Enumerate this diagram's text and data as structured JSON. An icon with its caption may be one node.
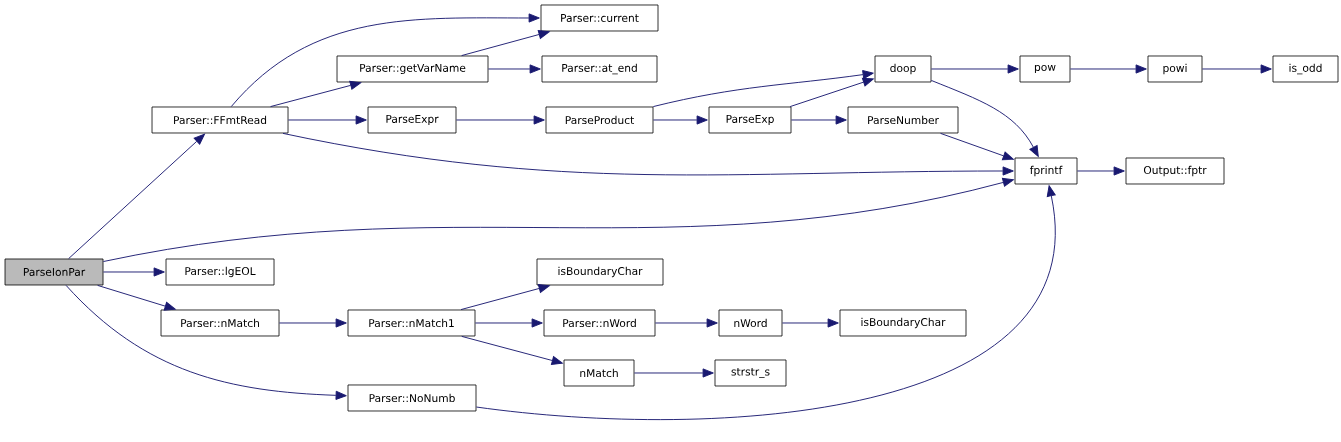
{
  "diagram": {
    "nodes": [
      {
        "text": [
          "ParseIonPar"
        ]
      },
      {
        "text": [
          "Parser::FFmtRead"
        ]
      },
      {
        "text": [
          "Parser::lgEOL"
        ]
      },
      {
        "text": [
          "Parser::nMatch"
        ]
      },
      {
        "text": [
          "Parser::NoNumb"
        ]
      },
      {
        "text": [
          "Parser::current"
        ]
      },
      {
        "text": [
          "Parser::getVarName"
        ]
      },
      {
        "text": [
          "Parser::at_end"
        ]
      },
      {
        "text": [
          "ParseExpr"
        ]
      },
      {
        "text": [
          "ParseProduct"
        ]
      },
      {
        "text": [
          "doop"
        ]
      },
      {
        "text": [
          "ParseExp"
        ]
      },
      {
        "text": [
          "ParseNumber"
        ]
      },
      {
        "text": [
          "fprintf"
        ]
      },
      {
        "text": [
          "Output::fptr"
        ]
      },
      {
        "text": [
          "pow"
        ]
      },
      {
        "text": [
          "powi"
        ]
      },
      {
        "text": [
          "is_odd"
        ]
      },
      {
        "text": [
          "Parser::nMatch1"
        ]
      },
      {
        "text": [
          "isBoundaryChar"
        ]
      },
      {
        "text": [
          "Parser::nWord"
        ]
      },
      {
        "text": [
          "nWord"
        ]
      },
      {
        "text": [
          "isBoundaryChar"
        ]
      },
      {
        "text": [
          "nMatch"
        ]
      },
      {
        "text": [
          "strstr_s"
        ]
      }
    ],
    "edges": [
      {
        "from": 0,
        "to": 1,
        "arrow": "to"
      },
      {
        "from": 0,
        "to": 13,
        "arrow": "to"
      },
      {
        "from": 0,
        "to": 2,
        "arrow": "to"
      },
      {
        "from": 0,
        "to": 3,
        "arrow": "to"
      },
      {
        "from": 0,
        "to": 4,
        "arrow": "to"
      },
      {
        "from": 1,
        "to": 5,
        "arrow": "to"
      },
      {
        "from": 1,
        "to": 6,
        "arrow": "to"
      },
      {
        "from": 1,
        "to": 8,
        "arrow": "to"
      },
      {
        "from": 1,
        "to": 13,
        "arrow": "to"
      },
      {
        "from": 6,
        "to": 5,
        "arrow": "to"
      },
      {
        "from": 6,
        "to": 7,
        "arrow": "to"
      },
      {
        "from": 8,
        "to": 9,
        "arrow": "to"
      },
      {
        "from": 9,
        "to": 10,
        "arrow": "to"
      },
      {
        "from": 9,
        "to": 11,
        "arrow": "to"
      },
      {
        "from": 11,
        "to": 10,
        "arrow": "to"
      },
      {
        "from": 11,
        "to": 12,
        "arrow": "to"
      },
      {
        "from": 10,
        "to": 15,
        "arrow": "to"
      },
      {
        "from": 10,
        "to": 13,
        "arrow": "to"
      },
      {
        "from": 12,
        "to": 13,
        "arrow": "to"
      },
      {
        "from": 13,
        "to": 14,
        "arrow": "to"
      },
      {
        "from": 15,
        "to": 16,
        "arrow": "to"
      },
      {
        "from": 16,
        "to": 17,
        "arrow": "to"
      },
      {
        "from": 3,
        "to": 18,
        "arrow": "to"
      },
      {
        "from": 18,
        "to": 19,
        "arrow": "to"
      },
      {
        "from": 18,
        "to": 20,
        "arrow": "to"
      },
      {
        "from": 18,
        "to": 23,
        "arrow": "to"
      },
      {
        "from": 20,
        "to": 21,
        "arrow": "to"
      },
      {
        "from": 21,
        "to": 22,
        "arrow": "to"
      },
      {
        "from": 23,
        "to": 24,
        "arrow": "to"
      },
      {
        "from": 4,
        "to": 13,
        "arrow": "to"
      }
    ]
  }
}
